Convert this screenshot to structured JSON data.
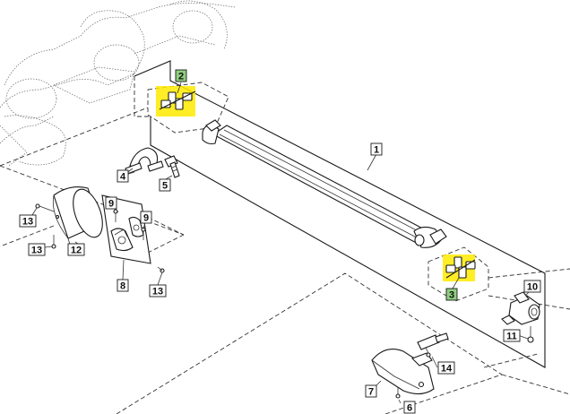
{
  "callouts": [
    {
      "id": "1",
      "text": "1"
    },
    {
      "id": "2",
      "text": "2",
      "highlight": true
    },
    {
      "id": "3",
      "text": "3",
      "highlight": true
    },
    {
      "id": "4",
      "text": "4"
    },
    {
      "id": "5",
      "text": "5"
    },
    {
      "id": "6",
      "text": "6"
    },
    {
      "id": "7",
      "text": "7"
    },
    {
      "id": "8",
      "text": "8"
    },
    {
      "id": "9a",
      "text": "9"
    },
    {
      "id": "9b",
      "text": "9"
    },
    {
      "id": "10",
      "text": "10"
    },
    {
      "id": "11",
      "text": "11"
    },
    {
      "id": "12",
      "text": "12"
    },
    {
      "id": "13a",
      "text": "13"
    },
    {
      "id": "13b",
      "text": "13"
    },
    {
      "id": "13c",
      "text": "13"
    },
    {
      "id": "14",
      "text": "14"
    }
  ],
  "colors": {
    "highlight": "#ffea00",
    "highlight_label": "#8fce7f",
    "line": "#1a1a1a"
  }
}
